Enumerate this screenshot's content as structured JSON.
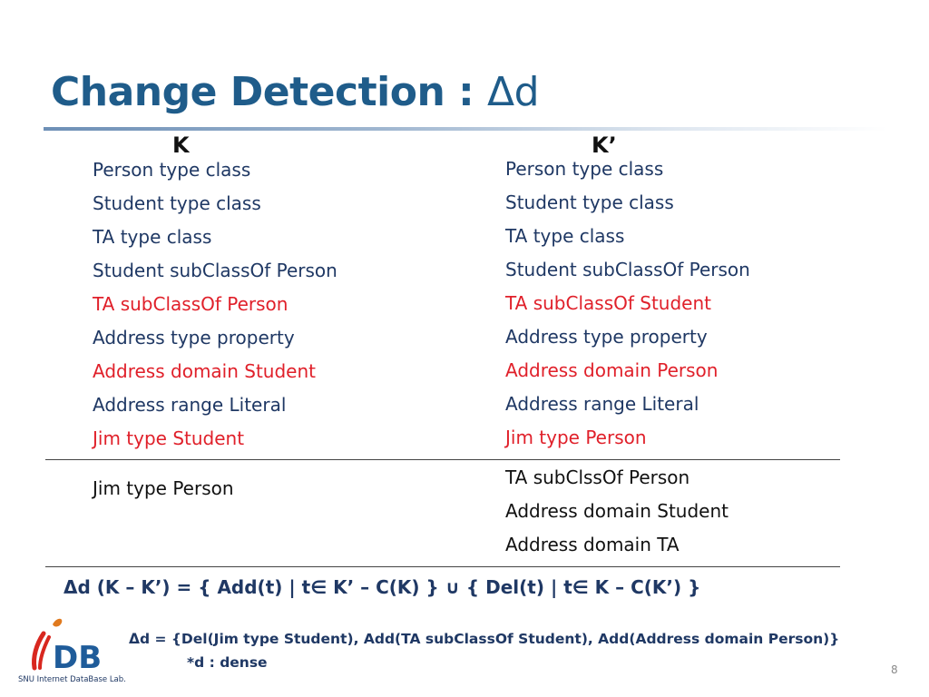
{
  "title": {
    "main": "Change Detection : ",
    "delta": "Δd"
  },
  "columns": {
    "k": "K",
    "k_prime": "K’"
  },
  "k_list": [
    {
      "text": "Person type class",
      "changed": false
    },
    {
      "text": "Student type class",
      "changed": false
    },
    {
      "text": "TA type class",
      "changed": false
    },
    {
      "text": "Student subClassOf Person",
      "changed": false
    },
    {
      "text": "TA subClassOf Person",
      "changed": true
    },
    {
      "text": "Address type property",
      "changed": false
    },
    {
      "text": "Address domain Student",
      "changed": true
    },
    {
      "text": "Address range Literal",
      "changed": false
    },
    {
      "text": "Jim type Student",
      "changed": true
    }
  ],
  "k_prime_list": [
    {
      "text": "Person type class",
      "changed": false
    },
    {
      "text": "Student type class",
      "changed": false
    },
    {
      "text": "TA type class",
      "changed": false
    },
    {
      "text": "Student subClassOf Person",
      "changed": false
    },
    {
      "text": "TA subClassOf Student",
      "changed": true
    },
    {
      "text": "Address type property",
      "changed": false
    },
    {
      "text": "Address domain Person",
      "changed": true
    },
    {
      "text": "Address range Literal",
      "changed": false
    },
    {
      "text": "Jim type Person",
      "changed": true
    }
  ],
  "k_delta": [
    "Jim type Person"
  ],
  "k_prime_delta": [
    "TA subClssOf Person",
    "Address domain Student",
    "Address domain TA"
  ],
  "formula": "Δd (K – K’) = { Add(t) | t∈ K’ – C(K) } ∪  { Del(t) | t∈ K – C(K’) }",
  "example": "Δd = {Del(Jim type Student),  Add(TA subClassOf Student), Add(Address domain Person)}",
  "note": "*d : dense",
  "page_number": "8",
  "logo": {
    "mark": "iDB",
    "caption": "SNU Internet DataBase Lab."
  },
  "colors": {
    "title": "#1f5c8a",
    "body": "#1f3864",
    "changed": "#e0202a"
  }
}
